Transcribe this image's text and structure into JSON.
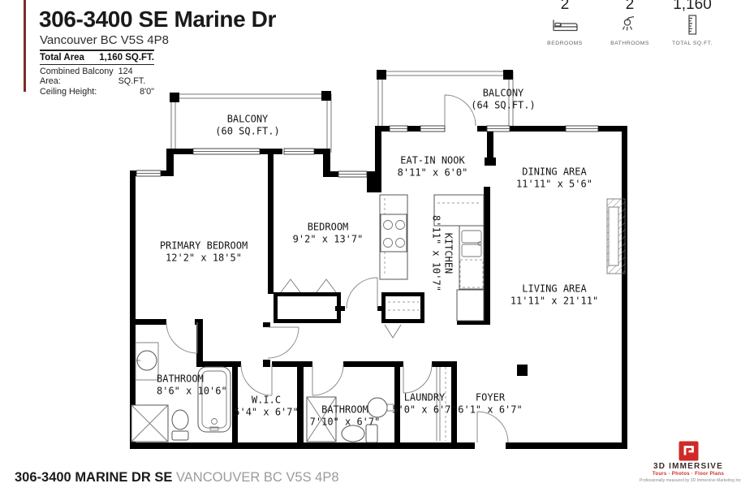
{
  "header": {
    "title": "306-3400 SE Marine Dr",
    "subtitle": "Vancouver BC V5S 4P8",
    "total_area_label": "Total Area",
    "total_area_value": "1,160 SQ.FT.",
    "balcony_label": "Combined Balcony Area:",
    "balcony_value": "124 SQ.FT.",
    "ceiling_label": "Ceiling Height:",
    "ceiling_value": "8'0\""
  },
  "stats": [
    {
      "value": "2",
      "label": "BEDROOMS",
      "icon": "bed-icon"
    },
    {
      "value": "2",
      "label": "BATHROOMS",
      "icon": "shower-icon"
    },
    {
      "value": "1,160",
      "label": "TOTAL SQ.FT.",
      "icon": "ruler-icon"
    }
  ],
  "rooms": [
    {
      "name": "BALCONY",
      "dims": "(60 SQ.FT.)"
    },
    {
      "name": "BALCONY",
      "dims": "(64 SQ.FT.)"
    },
    {
      "name": "EAT-IN NOOK",
      "dims": "8'11\" x 6'0\""
    },
    {
      "name": "DINING AREA",
      "dims": "11'11\" x 5'6\""
    },
    {
      "name": "PRIMARY BEDROOM",
      "dims": "12'2\" x 18'5\""
    },
    {
      "name": "BEDROOM",
      "dims": "9'2\" x 13'7\""
    },
    {
      "name": "KITCHEN",
      "dims": "8'11\" x 10'7\""
    },
    {
      "name": "LIVING AREA",
      "dims": "11'11\" x 21'11\""
    },
    {
      "name": "BATHROOM",
      "dims": "8'6\" x 10'6\""
    },
    {
      "name": "W.I.C",
      "dims": "5'4\" x 6'7\""
    },
    {
      "name": "BATHROOM",
      "dims": "7'10\" x 6'7\""
    },
    {
      "name": "LAUNDRY",
      "dims": "5'0\" x 6'7\""
    },
    {
      "name": "FOYER",
      "dims": "6'1\" x 6'7\""
    }
  ],
  "footer": {
    "address_bold": "306-3400 MARINE DR SE",
    "address_rest": "VANCOUVER BC V5S 4P8",
    "logo_title": "3D IMMERSIVE",
    "logo_tagline": "Tours · Photos · Floor Plans",
    "logo_fineprint": "Professionally measured by 3D Immersive Marketing Inc"
  },
  "colors": {
    "accent_red": "#7d2b2b",
    "logo_red": "#cf2a27"
  }
}
